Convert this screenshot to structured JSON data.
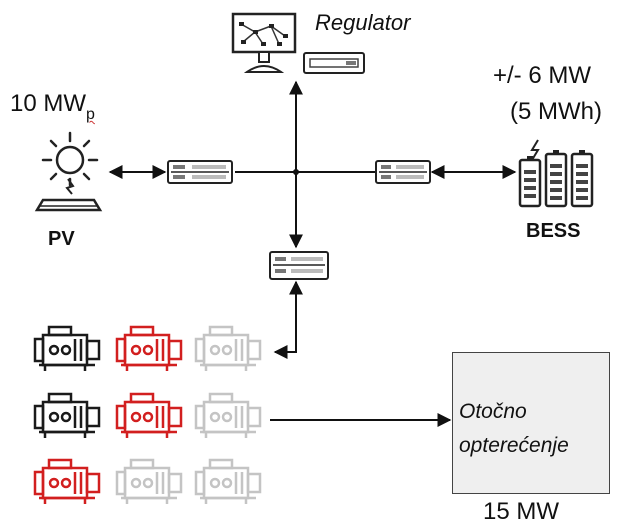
{
  "labels": {
    "regulator": "Regulator",
    "pv_power": "10 MW",
    "pv_power_sub": "p",
    "pv": "PV",
    "bess_power": "+/-  6 MW",
    "bess_energy": "(5 MWh)",
    "bess": "BESS",
    "load_line1": "Otočno",
    "load_line2": "opterećenje",
    "load_power": "15 MW"
  },
  "icons": {
    "regulator": [
      "monitor-icon",
      "controller-icon"
    ],
    "pv": "solar-panel-icon",
    "bess": "battery-storage-icon",
    "converters": "converter-icon",
    "generators": "generator-icon"
  },
  "generator_grid": [
    [
      "#1a1a1a",
      "#d21f1f",
      "#c4c4c4"
    ],
    [
      "#1a1a1a",
      "#d21f1f",
      "#c4c4c4"
    ],
    [
      "#d21f1f",
      "#c4c4c4",
      "#c4c4c4"
    ]
  ],
  "colors": {
    "line": "#111111",
    "generator_black": "#1a1a1a",
    "generator_red": "#d21f1f",
    "generator_gray": "#c4c4c4",
    "load_fill": "#efefef"
  }
}
